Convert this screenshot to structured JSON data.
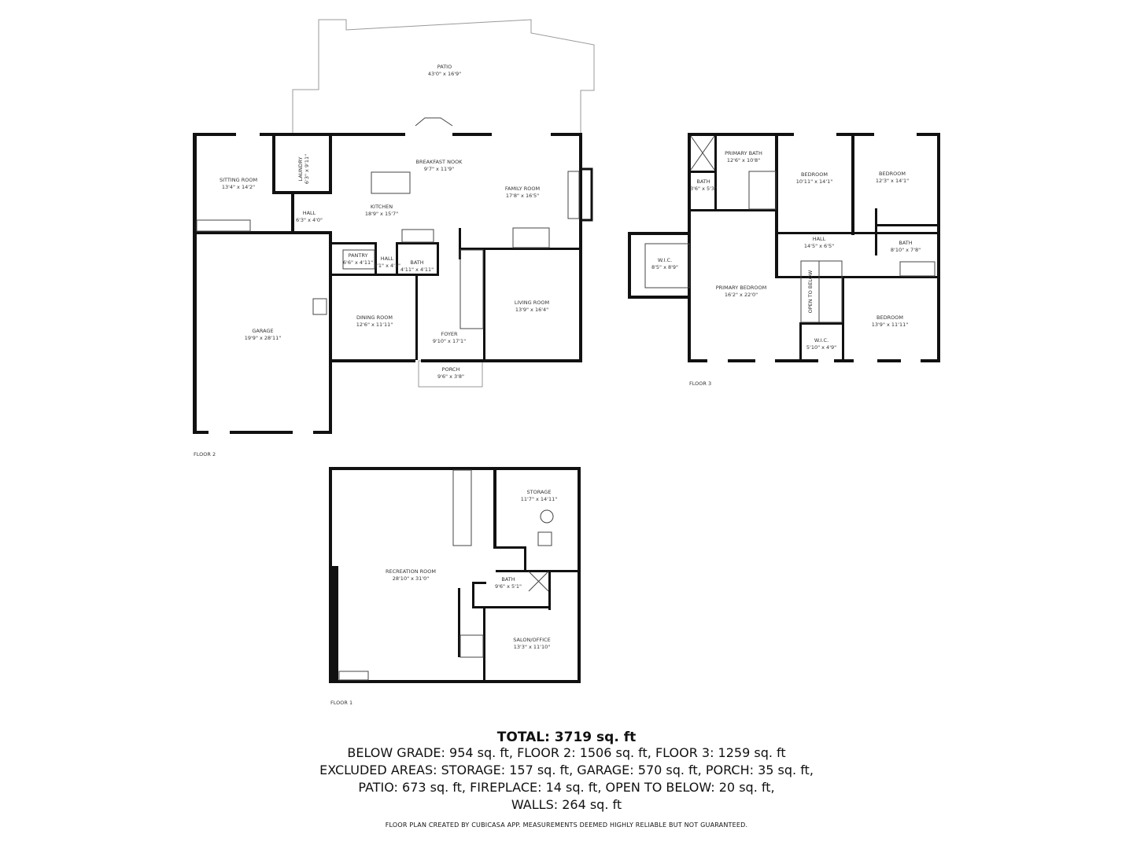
{
  "floors": {
    "floor2": {
      "label": "FLOOR 2",
      "rooms": [
        {
          "name": "PATIO",
          "dims": "43'0\" x 16'9\""
        },
        {
          "name": "SITTING ROOM",
          "dims": "13'4\" x 14'2\""
        },
        {
          "name": "LAUNDRY",
          "dims": "6'3\" x 9'11\""
        },
        {
          "name": "BREAKFAST NOOK",
          "dims": "9'7\" x 11'9\""
        },
        {
          "name": "FAMILY ROOM",
          "dims": "17'8\" x 16'5\""
        },
        {
          "name": "KITCHEN",
          "dims": "18'9\" x 15'7\""
        },
        {
          "name": "HALL",
          "dims": "6'3\" x 4'0\""
        },
        {
          "name": "PANTRY",
          "dims": "6'6\" x 4'11\""
        },
        {
          "name": "HALL",
          "dims": "3'1\" x 4'1\""
        },
        {
          "name": "BATH",
          "dims": "4'11\" x 4'11\""
        },
        {
          "name": "GARAGE",
          "dims": "19'9\" x 28'11\""
        },
        {
          "name": "DINING ROOM",
          "dims": "12'6\" x 11'11\""
        },
        {
          "name": "LIVING ROOM",
          "dims": "13'9\" x 16'4\""
        },
        {
          "name": "FOYER",
          "dims": "9'10\" x 17'1\""
        },
        {
          "name": "PORCH",
          "dims": "9'6\" x 3'8\""
        }
      ]
    },
    "floor3": {
      "label": "FLOOR 3",
      "rooms": [
        {
          "name": "PRIMARY BATH",
          "dims": "12'6\" x 10'8\""
        },
        {
          "name": "BATH",
          "dims": "3'6\" x 5'3\""
        },
        {
          "name": "BEDROOM",
          "dims": "10'11\" x 14'1\""
        },
        {
          "name": "BEDROOM",
          "dims": "12'3\" x 14'1\""
        },
        {
          "name": "HALL",
          "dims": "14'5\" x 6'5\""
        },
        {
          "name": "BATH",
          "dims": "8'10\" x 7'8\""
        },
        {
          "name": "W.I.C.",
          "dims": "8'5\" x 8'9\""
        },
        {
          "name": "PRIMARY BEDROOM",
          "dims": "16'2\" x 22'0\""
        },
        {
          "name": "BEDROOM",
          "dims": "13'9\" x 11'11\""
        },
        {
          "name": "W.I.C.",
          "dims": "5'10\" x 4'9\""
        }
      ],
      "open_to_below": "OPEN TO BELOW"
    },
    "floor1": {
      "label": "FLOOR 1",
      "rooms": [
        {
          "name": "STORAGE",
          "dims": "11'7\" x 14'11\""
        },
        {
          "name": "RECREATION ROOM",
          "dims": "28'10\" x 31'0\""
        },
        {
          "name": "BATH",
          "dims": "9'6\" x 5'1\""
        },
        {
          "name": "SALON/OFFICE",
          "dims": "13'3\" x 11'10\""
        }
      ]
    }
  },
  "summary": {
    "total": "TOTAL: 3719 sq. ft",
    "lines": [
      "BELOW GRADE: 954 sq. ft, FLOOR 2: 1506 sq. ft, FLOOR 3: 1259 sq. ft",
      "EXCLUDED AREAS: STORAGE: 157 sq. ft, GARAGE: 570 sq. ft, PORCH: 35 sq. ft,",
      "PATIO: 673 sq. ft, FIREPLACE: 14 sq. ft, OPEN TO BELOW: 20 sq. ft,",
      "WALLS: 264 sq. ft"
    ],
    "footer": "FLOOR PLAN CREATED BY CUBICASA APP. MEASUREMENTS DEEMED HIGHLY RELIABLE BUT NOT GUARANTEED."
  },
  "colors": {
    "wall": "#111111",
    "background": "#ffffff"
  }
}
